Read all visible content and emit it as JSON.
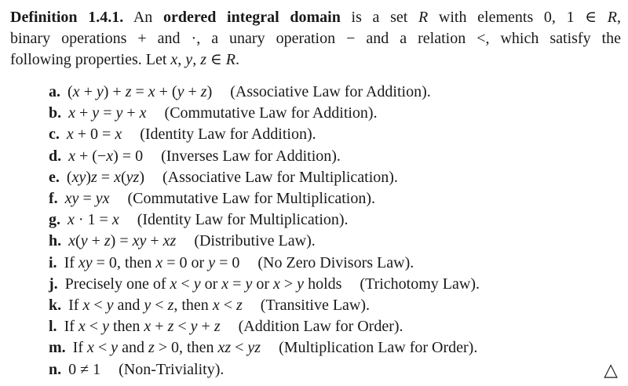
{
  "page": {
    "background_color": "#ffffff",
    "text_color": "#1a1a1a"
  },
  "definition": {
    "label": "Definition 1.4.1.",
    "lines": [
      "**Definition 1.4.1.** An **ordered integral domain** is a set *R* with elements 0, 1 ∈ *R*,",
      "binary operations + and ·, a unary operation − and a relation <, which satisfy the",
      "following properties. Let *x*, *y*, *z* ∈ *R*."
    ],
    "end_marker": "△"
  },
  "properties": [
    {
      "letter": "a.",
      "statement": "(*x* + *y*) + *z* = *x* + (*y* + *z*)",
      "law": "(Associative Law for Addition)."
    },
    {
      "letter": "b.",
      "statement": "*x* + *y* = *y* + *x*",
      "law": "(Commutative Law for Addition)."
    },
    {
      "letter": "c.",
      "statement": "*x* + 0 = *x*",
      "law": "(Identity Law for Addition)."
    },
    {
      "letter": "d.",
      "statement": "*x* + (−*x*) = 0",
      "law": "(Inverses Law for Addition)."
    },
    {
      "letter": "e.",
      "statement": "(*xy*)*z* = *x*(*yz*)",
      "law": "(Associative Law for Multiplication)."
    },
    {
      "letter": "f.",
      "statement": "*xy* = *yx*",
      "law": "(Commutative Law for Multiplication)."
    },
    {
      "letter": "g.",
      "statement": "*x* · 1 = *x*",
      "law": "(Identity Law for Multiplication)."
    },
    {
      "letter": "h.",
      "statement": "*x*(*y* + *z*) = *xy* + *xz*",
      "law": "(Distributive Law)."
    },
    {
      "letter": "i.",
      "statement": "If *xy* = 0, then *x* = 0 or *y* = 0",
      "law": "(No Zero Divisors Law)."
    },
    {
      "letter": "j.",
      "statement": "Precisely one of *x* < *y* or *x* = *y* or *x* > *y* holds",
      "law": "(Trichotomy Law)."
    },
    {
      "letter": "k.",
      "statement": "If *x* < *y* and *y* < *z*, then *x* < *z*",
      "law": "(Transitive Law)."
    },
    {
      "letter": "l.",
      "statement": "If *x* < *y* then *x* + *z* < *y* + *z*",
      "law": "(Addition Law for Order)."
    },
    {
      "letter": "m.",
      "statement": "If *x* < *y* and *z* > 0, then *xz* < *yz*",
      "law": "(Multiplication Law for Order)."
    },
    {
      "letter": "n.",
      "statement": "0 ≠ 1",
      "law": "(Non-Triviality)."
    }
  ]
}
